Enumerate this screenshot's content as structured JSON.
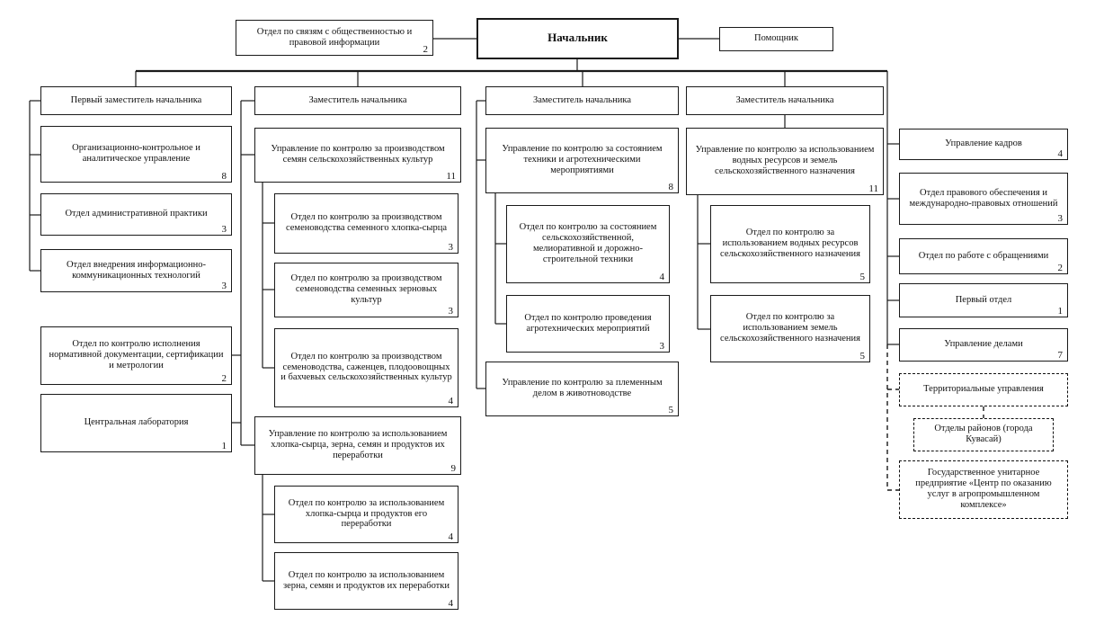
{
  "colors": {
    "line": "#1a1a1a",
    "box_border": "#1a1a1a",
    "background": "#ffffff"
  },
  "nodes": [
    {
      "id": "pr_dept",
      "label": "Отдел по связям с общественностью и правовой информации",
      "count": "2",
      "type": "unit"
    },
    {
      "id": "head",
      "label": "Начальник",
      "count": "",
      "type": "main"
    },
    {
      "id": "assistant",
      "label": "Помощник",
      "count": "",
      "type": "unit"
    },
    {
      "id": "first_deputy",
      "label": "Первый заместитель начальника",
      "count": "",
      "type": "unit"
    },
    {
      "id": "org_control",
      "label": "Организационно-контрольное и аналитическое управление",
      "count": "8",
      "type": "unit"
    },
    {
      "id": "admin_practice",
      "label": "Отдел административной практики",
      "count": "3",
      "type": "unit"
    },
    {
      "id": "ict",
      "label": "Отдел внедрения информационно-коммуникационных технологий",
      "count": "3",
      "type": "unit"
    },
    {
      "id": "norm_docs",
      "label": "Отдел по контролю исполнения нормативной документации, сертификации и метрологии",
      "count": "2",
      "type": "unit"
    },
    {
      "id": "central_lab",
      "label": "Центральная лаборатория",
      "count": "1",
      "type": "unit"
    },
    {
      "id": "deputy2",
      "label": "Заместитель начальника",
      "count": "",
      "type": "unit"
    },
    {
      "id": "seeds_dept",
      "label": "Управление по контролю за производством семян сельскохозяйственных культур",
      "count": "11",
      "type": "unit"
    },
    {
      "id": "cotton_seed",
      "label": "Отдел по контролю за производством семеноводства семенного хлопка-сырца",
      "count": "3",
      "type": "unit"
    },
    {
      "id": "grain_seed",
      "label": "Отдел по контролю за производством семеноводства семенных зерновых культур",
      "count": "3",
      "type": "unit"
    },
    {
      "id": "seedlings",
      "label": "Отдел по контролю за производством семеноводства, саженцев, плодоовощных и бахчевых сельскохозяйственных культур",
      "count": "4",
      "type": "unit"
    },
    {
      "id": "usage_dept",
      "label": "Управление по контролю за использованием хлопка-сырца, зерна, семян и продуктов их переработки",
      "count": "9",
      "type": "unit"
    },
    {
      "id": "cotton_use",
      "label": "Отдел по контролю за использованием хлопка-сырца и продуктов его переработки",
      "count": "4",
      "type": "unit"
    },
    {
      "id": "grain_use",
      "label": "Отдел по контролю за использованием зерна, семян и продуктов их переработки",
      "count": "4",
      "type": "unit"
    },
    {
      "id": "deputy3",
      "label": "Заместитель начальника",
      "count": "",
      "type": "unit"
    },
    {
      "id": "tech_dept",
      "label": "Управление по контролю за состоянием техники и агротехническими мероприятиями",
      "count": "8",
      "type": "unit"
    },
    {
      "id": "machinery",
      "label": "Отдел по контролю за состоянием сельскохозяйственной, мелиоративной и дорожно-строительной техники",
      "count": "4",
      "type": "unit"
    },
    {
      "id": "agrotech",
      "label": "Отдел по контролю проведения агротехнических мероприятий",
      "count": "3",
      "type": "unit"
    },
    {
      "id": "breeding",
      "label": "Управление по контролю за племенным делом в животноводстве",
      "count": "5",
      "type": "unit"
    },
    {
      "id": "deputy4",
      "label": "Заместитель начальника",
      "count": "",
      "type": "unit"
    },
    {
      "id": "water_land_dept",
      "label": "Управление по контролю за использованием водных ресурсов и земель сельскохозяйственного назначения",
      "count": "11",
      "type": "unit"
    },
    {
      "id": "water_use",
      "label": "Отдел по контролю за использованием водных ресурсов сельскохозяйственного назначения",
      "count": "5",
      "type": "unit"
    },
    {
      "id": "land_use",
      "label": "Отдел по контролю за использованием земель сельскохозяйственного назначения",
      "count": "5",
      "type": "unit"
    },
    {
      "id": "hr",
      "label": "Управление кадров",
      "count": "4",
      "type": "unit"
    },
    {
      "id": "legal",
      "label": "Отдел правового обеспечения и международно-правовых отношений",
      "count": "3",
      "type": "unit"
    },
    {
      "id": "appeals",
      "label": "Отдел по работе с обращениями",
      "count": "2",
      "type": "unit"
    },
    {
      "id": "first_dept",
      "label": "Первый отдел",
      "count": "1",
      "type": "unit"
    },
    {
      "id": "affairs",
      "label": "Управление делами",
      "count": "7",
      "type": "unit"
    },
    {
      "id": "territorial",
      "label": "Территориальные управления",
      "count": "",
      "type": "territorial"
    },
    {
      "id": "districts",
      "label": "Отделы районов (города Кувасай)",
      "count": "",
      "type": "territorial"
    },
    {
      "id": "sue",
      "label": "Государственное унитарное предприятие «Центр по оказанию услуг в агропромышленном комплексе»",
      "count": "",
      "type": "territorial"
    }
  ]
}
